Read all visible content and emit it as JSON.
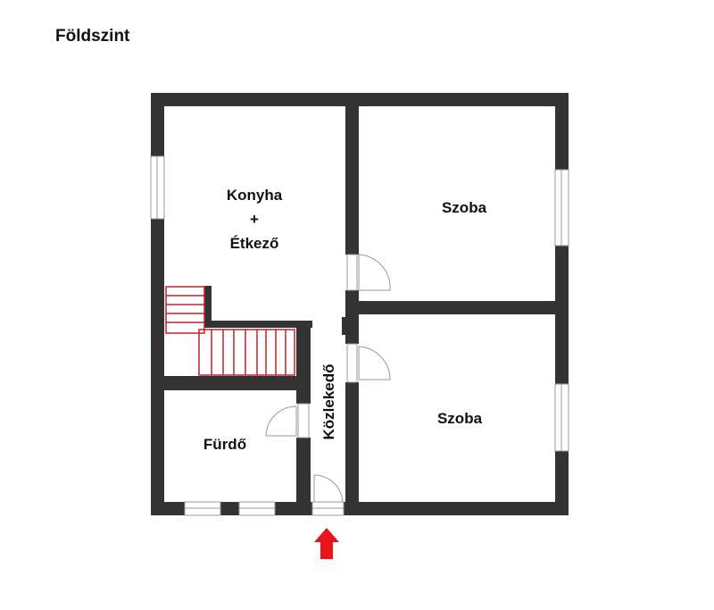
{
  "title": "Földszint",
  "rooms": {
    "kitchen_line1": "Konyha",
    "kitchen_line2": "+",
    "kitchen_line3": "Étkező",
    "room_top": "Szoba",
    "room_bottom": "Szoba",
    "bathroom": "Fürdő",
    "corridor": "Közlekedő"
  },
  "colors": {
    "wall": "#333333",
    "stairs": "#c0202a",
    "arrow": "#e8141c"
  },
  "icons": {
    "entrance": "arrow-up-icon"
  }
}
